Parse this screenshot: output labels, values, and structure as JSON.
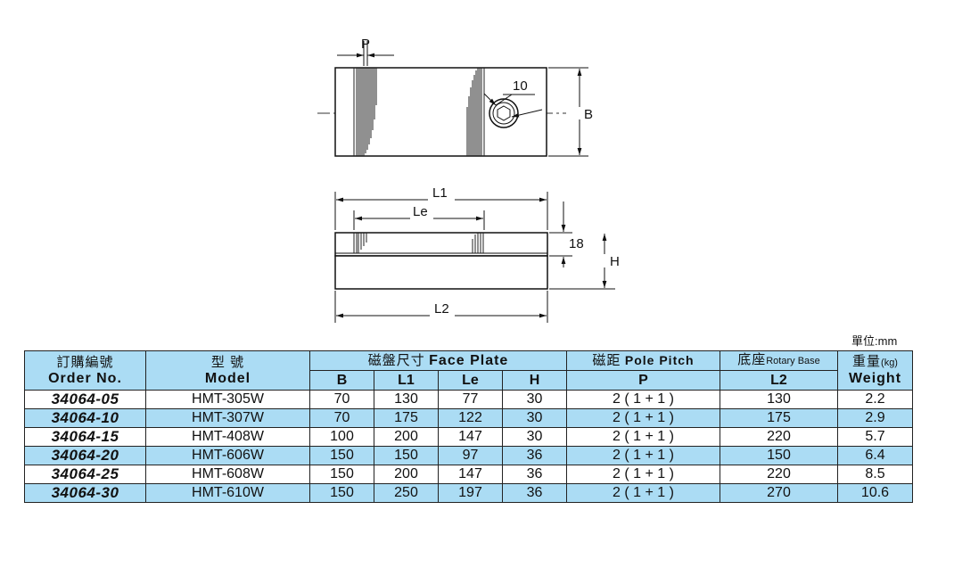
{
  "drawing": {
    "labels": {
      "P": "P",
      "hole": "10",
      "B": "B",
      "L1": "L1",
      "Le": "Le",
      "t18": "18",
      "H": "H",
      "L2": "L2"
    }
  },
  "unit_label": "單位:mm",
  "table": {
    "headers": {
      "order_zh": "訂購編號",
      "order_en": "Order No.",
      "model_zh": "型 號",
      "model_en": "Model",
      "face_zh": "磁盤尺寸",
      "face_en": "Face Plate",
      "pitch_zh": "磁距",
      "pitch_en": "Pole Pitch",
      "base_zh": "底座",
      "base_en": "Rotary Base",
      "weight_zh": "重量",
      "weight_unit": "(kg)",
      "weight_en": "Weight",
      "sub_B": "B",
      "sub_L1": "L1",
      "sub_Le": "Le",
      "sub_H": "H",
      "sub_P": "P",
      "sub_L2": "L2"
    },
    "rows": [
      {
        "order": "34064-05",
        "model": "HMT-305W",
        "B": "70",
        "L1": "130",
        "Le": "77",
        "H": "30",
        "P": "2 ( 1 + 1 )",
        "L2": "130",
        "weight": "2.2"
      },
      {
        "order": "34064-10",
        "model": "HMT-307W",
        "B": "70",
        "L1": "175",
        "Le": "122",
        "H": "30",
        "P": "2 ( 1 + 1 )",
        "L2": "175",
        "weight": "2.9"
      },
      {
        "order": "34064-15",
        "model": "HMT-408W",
        "B": "100",
        "L1": "200",
        "Le": "147",
        "H": "30",
        "P": "2 ( 1 + 1 )",
        "L2": "220",
        "weight": "5.7"
      },
      {
        "order": "34064-20",
        "model": "HMT-606W",
        "B": "150",
        "L1": "150",
        "Le": "97",
        "H": "36",
        "P": "2 ( 1 + 1 )",
        "L2": "150",
        "weight": "6.4"
      },
      {
        "order": "34064-25",
        "model": "HMT-608W",
        "B": "150",
        "L1": "200",
        "Le": "147",
        "H": "36",
        "P": "2 ( 1 + 1 )",
        "L2": "220",
        "weight": "8.5"
      },
      {
        "order": "34064-30",
        "model": "HMT-610W",
        "B": "150",
        "L1": "250",
        "Le": "197",
        "H": "36",
        "P": "2 ( 1 + 1 )",
        "L2": "270",
        "weight": "10.6"
      }
    ]
  }
}
